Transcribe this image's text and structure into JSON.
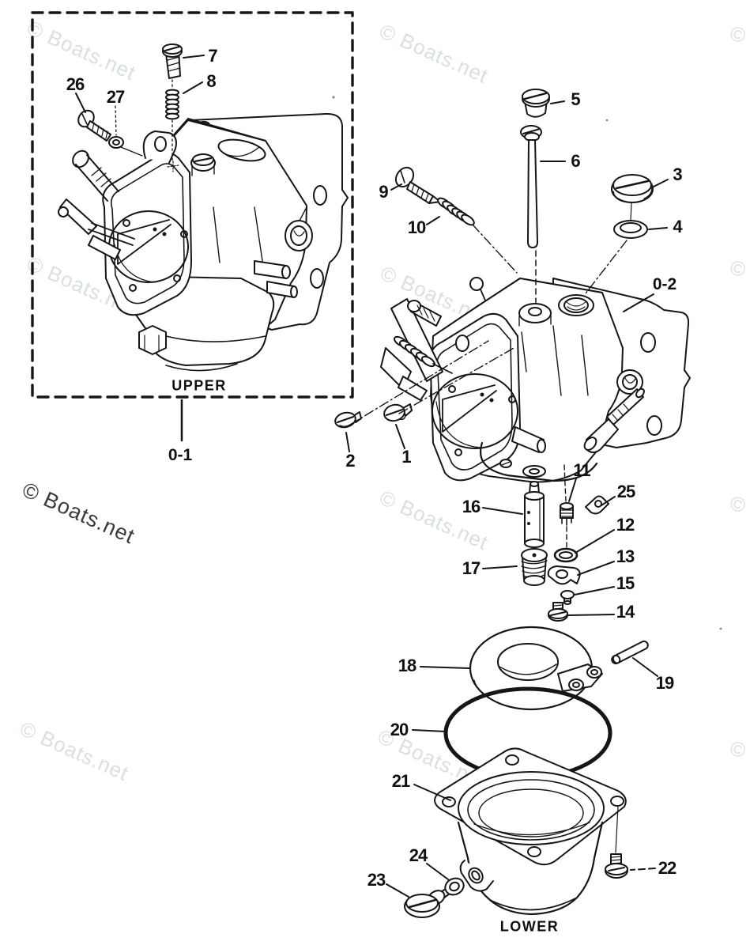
{
  "diagram": {
    "kind": "exploded-parts-diagram",
    "subject": "carburetor",
    "watermark": {
      "text": "© Boats.net"
    },
    "sections": {
      "upper_box_label": "UPPER",
      "upper_box_ref": "0-1",
      "main_carb_ref": "0-2",
      "bowl_label": "LOWER"
    },
    "callouts": {
      "c1": "1",
      "c2": "2",
      "c3": "3",
      "c4": "4",
      "c5": "5",
      "c6": "6",
      "c7": "7",
      "c8": "8",
      "c9": "9",
      "c10": "10",
      "c11": "11",
      "c12": "12",
      "c13": "13",
      "c14": "14",
      "c15": "15",
      "c16": "16",
      "c17": "17",
      "c18": "18",
      "c19": "19",
      "c20": "20",
      "c21": "21",
      "c22": "22",
      "c23": "23",
      "c24": "24",
      "c25": "25",
      "c26": "26",
      "c27": "27"
    },
    "colors": {
      "background": "#ffffff",
      "ink": "#161616",
      "watermark_light": "#d9e1dc",
      "watermark_dark": "#3a3a3a"
    }
  }
}
